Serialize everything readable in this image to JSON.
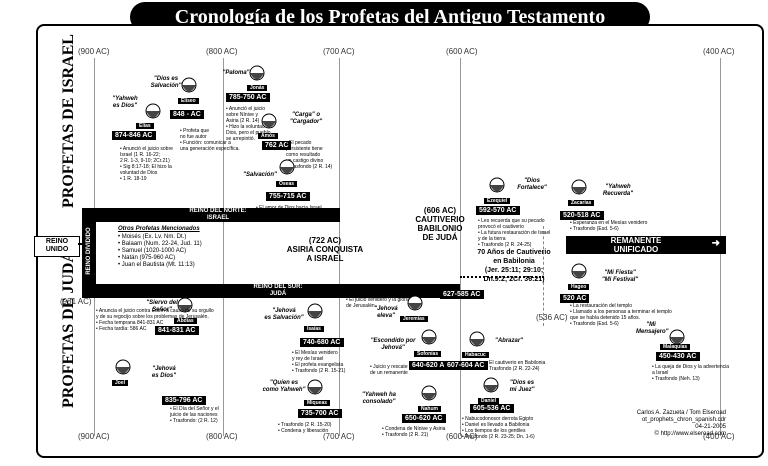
{
  "title": "Cronología de los Profetas del Antiguo Testamento",
  "years_top": [
    "(900 AC)",
    "(800 AC)",
    "(700 AC)",
    "(600 AC)",
    "(400 AC)"
  ],
  "years_bottom": [
    "(900 AC)",
    "(800 AC)",
    "(700 AC)",
    "(600 AC)",
    "(400 AC)"
  ],
  "year_931": "(931 AC)",
  "year_536": "(536 AC)",
  "side": {
    "israel": "PROFETAS\nDE ISRAEL",
    "juda": "PROFETAS\nDE JUDÁ"
  },
  "bands": {
    "reino_unido": "REINO\nUNIDO",
    "reino_dividido": "REINO DIVIDIDO",
    "norte": "REINO DEL NORTE:\nISRAEL",
    "sur": "REINO DEL SUR:\nJUDÁ",
    "remanente": "REMANENTE\nUNIFICADO"
  },
  "otros": {
    "heading": "Otros Profetas Mencionados",
    "items": "• Moisés (Ex. Lv. Nm. Dt.)\n• Balaam (Num. 22-24, Jud. 11)\n• Samuel (1020-1000 AC)\n• Natán (975-960 AC)\n• Juan el Bautista (Mt. 11:13)"
  },
  "events": {
    "asiria": "(722 AC)\nASIRIA CONQUISTA\nA ISRAEL",
    "babilonia": "(606 AC)\nCAUTIVERIO\nBABILONIO\nDE JUDÁ",
    "setenta": "70 Años de Cautiverio\nen Babilonia\n(Jer. 25:11; 29:10;\nDn.9:2; 2Cr. 36:21)"
  },
  "israel_prophets": [
    {
      "name": "Elías",
      "date": "874-846 AC",
      "quote": "\"Yahweh\nes Dios\"",
      "notes": "• Anunció el juicio sobre\n  Israel (1 R. 16-22;\n  2 R. 1-3, 9-10; 2Cr.21)\n• Sig 8:17-18; El hizo la\n  voluntad de Dios\n• 1 R. 18-19"
    },
    {
      "name": "Eliseo",
      "date": "848 - AC",
      "quote": "\"Dios es\nSalvación\"",
      "notes": "• Profeta que\n  no fue autor\n• Función: comunicar a\n  una generación específica."
    },
    {
      "name": "Jonás",
      "date": "785-750 AC",
      "quote": "\"Paloma\"",
      "notes": "• Anunció el juicio\n  sobre Nínive y\n  Asiria (2 R. 14)\n• Hizo la voluntad del\n  Dios, pero el pueblo\n  se arrepintió."
    },
    {
      "name": "Amós",
      "date": "762 AC",
      "quote": "\"Carga\" o\n\"Cargador\"",
      "notes": "• El pecado\n  persistente tiene\n  como resultado\n  un castigo divino\n• Trasfondo (2 R. 14)"
    },
    {
      "name": "Oseas",
      "date": "755-715 AC",
      "quote": "\"Salvación\"",
      "notes": "• El amor de Dios hacia Israel"
    }
  ],
  "juda_prophets": [
    {
      "name": "Abdías",
      "date": "841-831 AC",
      "quote": "\"Siervo del\nSeñor\"",
      "notes": "• Anuncia el juicio contra Edom a causa de su orgullo\n  y de su regocijo sobre los problemas de Jerusalén.\n• Fecha temprana 841-831 AC\n• Fecha tardía: 586 AC"
    },
    {
      "name": "Joel",
      "date": "835-796 AC",
      "quote": "\"Jehová\nes Dios\"",
      "notes": "• El Día del Señor y el\n  juicio de las naciones\n• Trasfondo: (2 R. 12)"
    },
    {
      "name": "Isaías",
      "date": "740-680 AC",
      "quote": "\"Jehová\nes Salvación\"",
      "notes": "• El Mesías venidero\n  y rey de Israel\n• El profeta evangelista\n• Trasfondo (2 R. 15-21)"
    },
    {
      "name": "Miqueas",
      "date": "735-700 AC",
      "quote": "\"Quien es\ncomo Yahweh\"",
      "notes": "• Trasfondo (2 R. 15-20)\n• Condena y liberación"
    },
    {
      "name": "Jeremías",
      "date": "627-585 AC",
      "quote": "\"Jehová\neleva\"",
      "notes": "• Conocido como el profeta\n  llorón\n• El juicio venidero y la gloria\n  de Jerusalén"
    },
    {
      "name": "Sofonías",
      "date": "640-620 AC",
      "quote": "\"Escondido por\nJehová\"",
      "notes": "• Juicio y rescate\n  de un remanente"
    },
    {
      "name": "Nahum",
      "date": "650-620 AC",
      "quote": "\"Yahweh ha\nconsolado\"",
      "notes": "• Condena de Nínive y Asiria\n• Trasfondo (2 R. 21)"
    },
    {
      "name": "Habacuc",
      "date": "607-604 AC",
      "quote": "\"Abrazar\"",
      "notes": "• El cautiverio en Babilonia\n• Trasfondo (2 R. 22-24)"
    },
    {
      "name": "Daniel",
      "date": "605-536 AC",
      "quote": "\"Dios es\nmi Juez\"",
      "notes": "• Nabucodonosor derrota Egipto\n• Daniel es llevado a Babilonia\n• Los tiempos de los gentiles\n• Trasfondo (2 R. 23-25; Dn. 1-6)"
    }
  ],
  "exile_prophets": [
    {
      "name": "Ezequiel",
      "date": "592-570 AC",
      "quote": "\"Dios\nFortalece\"",
      "notes": "• Les recuerda que su pecado\n  provocó el cautiverio\n• La futura restauración de Israel\n  y de la tierra\n• Trasfondo (2 R. 24-25)"
    },
    {
      "name": "Zacarías",
      "date": "520-518 AC",
      "quote": "\"Yahweh\nRecuerda\"",
      "notes": "• Esperanza en el Mesías venidero\n• Trasfondo (Esd. 5-6)"
    },
    {
      "name": "Hageo",
      "date": "520 AC",
      "quote": "\"Mi Fiesta\"\n\"Mi Festival\"",
      "notes": "• La restauración del templo\n• Llamado a los personas a terminar el templo\n  que se había detenido 15 años.\n• Trasfondo (Esd. 5-6)"
    },
    {
      "name": "Malaquías",
      "date": "450-430 AC",
      "quote": "\"Mi\nMensajero\"",
      "notes": "• La queja de Dios y la advertencia\n  a Israel\n• Trasfondo (Neh. 13)"
    }
  ],
  "credits": "Carlos A. Zazueta / Tom Elseroad\not_prophets_chron_spanish.cdr\n04-21-2005\n© http://www.elseroad.com"
}
